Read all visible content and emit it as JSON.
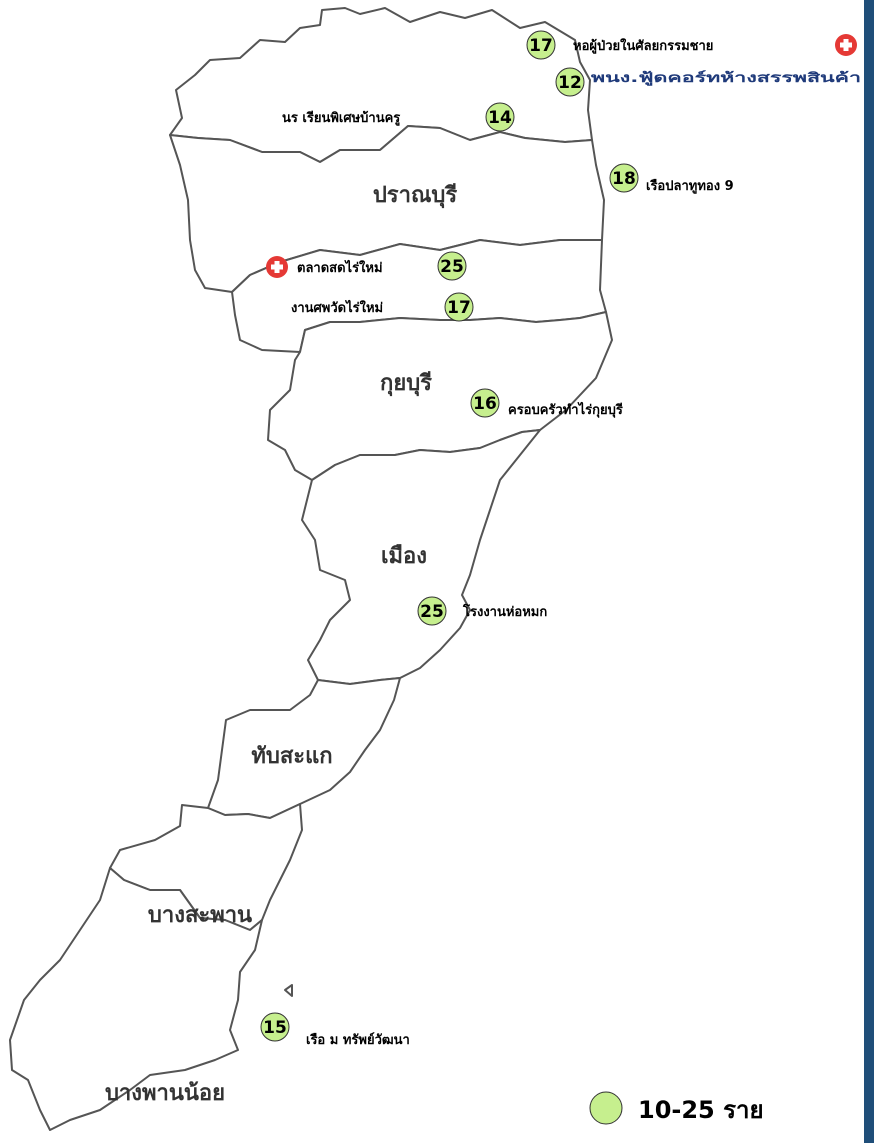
{
  "colors": {
    "marker_fill": "#c6ef8e",
    "marker_stroke": "#333333",
    "hospital_red": "#e53935",
    "border": "#555555",
    "right_bar": "#1f4e79"
  },
  "districts": [
    {
      "id": "pranburi",
      "name": "ปราณบุรี"
    },
    {
      "id": "kuiburi",
      "name": "กุยบุรี"
    },
    {
      "id": "mueang",
      "name": "เมือง"
    },
    {
      "id": "thapsakae",
      "name": "ทับสะแก"
    },
    {
      "id": "bangsaphan",
      "name": "บางสะพาน"
    },
    {
      "id": "bangsaphannoi",
      "name": "บางพานน้อย"
    }
  ],
  "sites": [
    {
      "id": "s1",
      "count": 17,
      "label": "หอผู้ป่วยในศัลยกรรมชาย",
      "hospital": true
    },
    {
      "id": "s2",
      "count": 12,
      "label": "พนง.ฟู้ดคอร์ทห้างสรรพสินค้า",
      "hospital": false
    },
    {
      "id": "s3",
      "count": 14,
      "label": "นร เรียนพิเศษบ้านครู",
      "hospital": false
    },
    {
      "id": "s4",
      "count": 18,
      "label": "เรือปลาทูทอง 9",
      "hospital": false
    },
    {
      "id": "s5",
      "count": 25,
      "label": "ตลาดสดไร่ใหม่",
      "hospital": true
    },
    {
      "id": "s6",
      "count": 17,
      "label": "งานศพวัดไร่ใหม่",
      "hospital": false
    },
    {
      "id": "s7",
      "count": 16,
      "label": "ครอบครัวทำไร่กุยบุรี",
      "hospital": false
    },
    {
      "id": "s8",
      "count": 25,
      "label": "โรงงานห่อหมก",
      "hospital": false
    },
    {
      "id": "s9",
      "count": 15,
      "label": "เรือ ม ทรัพย์วัฒนา",
      "hospital": false
    }
  ],
  "legend": {
    "label": "10-25 ราย"
  }
}
